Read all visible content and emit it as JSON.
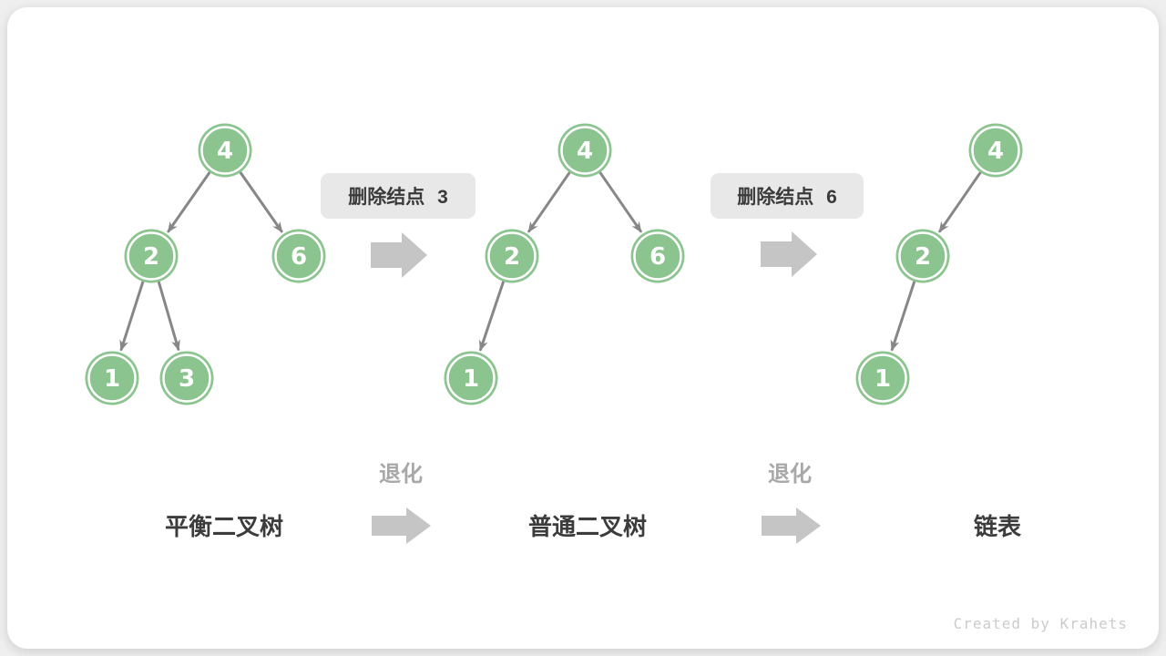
{
  "watermark": "Created by Krahets",
  "colors": {
    "node_green": "#8CC490",
    "edge_gray": "#878787",
    "block_arrow_gray": "#C5C5C5",
    "step_box_bg": "#E8E8E8",
    "dark_text": "#3C3C3C",
    "degrade_text_gray": "#A8A8A8",
    "card_bg": "#FFFFFF",
    "page_bg": "#EFEFEF"
  },
  "steps": [
    {
      "label": "删除结点 3"
    },
    {
      "label": "删除结点 6"
    }
  ],
  "degrade": {
    "label": "退化"
  },
  "trees": [
    {
      "caption": "平衡二叉树",
      "nodes": [
        {
          "value": "4"
        },
        {
          "value": "2"
        },
        {
          "value": "6"
        },
        {
          "value": "1"
        },
        {
          "value": "3"
        }
      ],
      "edges": [
        [
          "4",
          "2"
        ],
        [
          "4",
          "6"
        ],
        [
          "2",
          "1"
        ],
        [
          "2",
          "3"
        ]
      ]
    },
    {
      "caption": "普通二叉树",
      "nodes": [
        {
          "value": "4"
        },
        {
          "value": "2"
        },
        {
          "value": "6"
        },
        {
          "value": "1"
        }
      ],
      "edges": [
        [
          "4",
          "2"
        ],
        [
          "4",
          "6"
        ],
        [
          "2",
          "1"
        ]
      ]
    },
    {
      "caption": "链表",
      "nodes": [
        {
          "value": "4"
        },
        {
          "value": "2"
        },
        {
          "value": "1"
        }
      ],
      "edges": [
        [
          "4",
          "2"
        ],
        [
          "2",
          "1"
        ]
      ]
    }
  ]
}
